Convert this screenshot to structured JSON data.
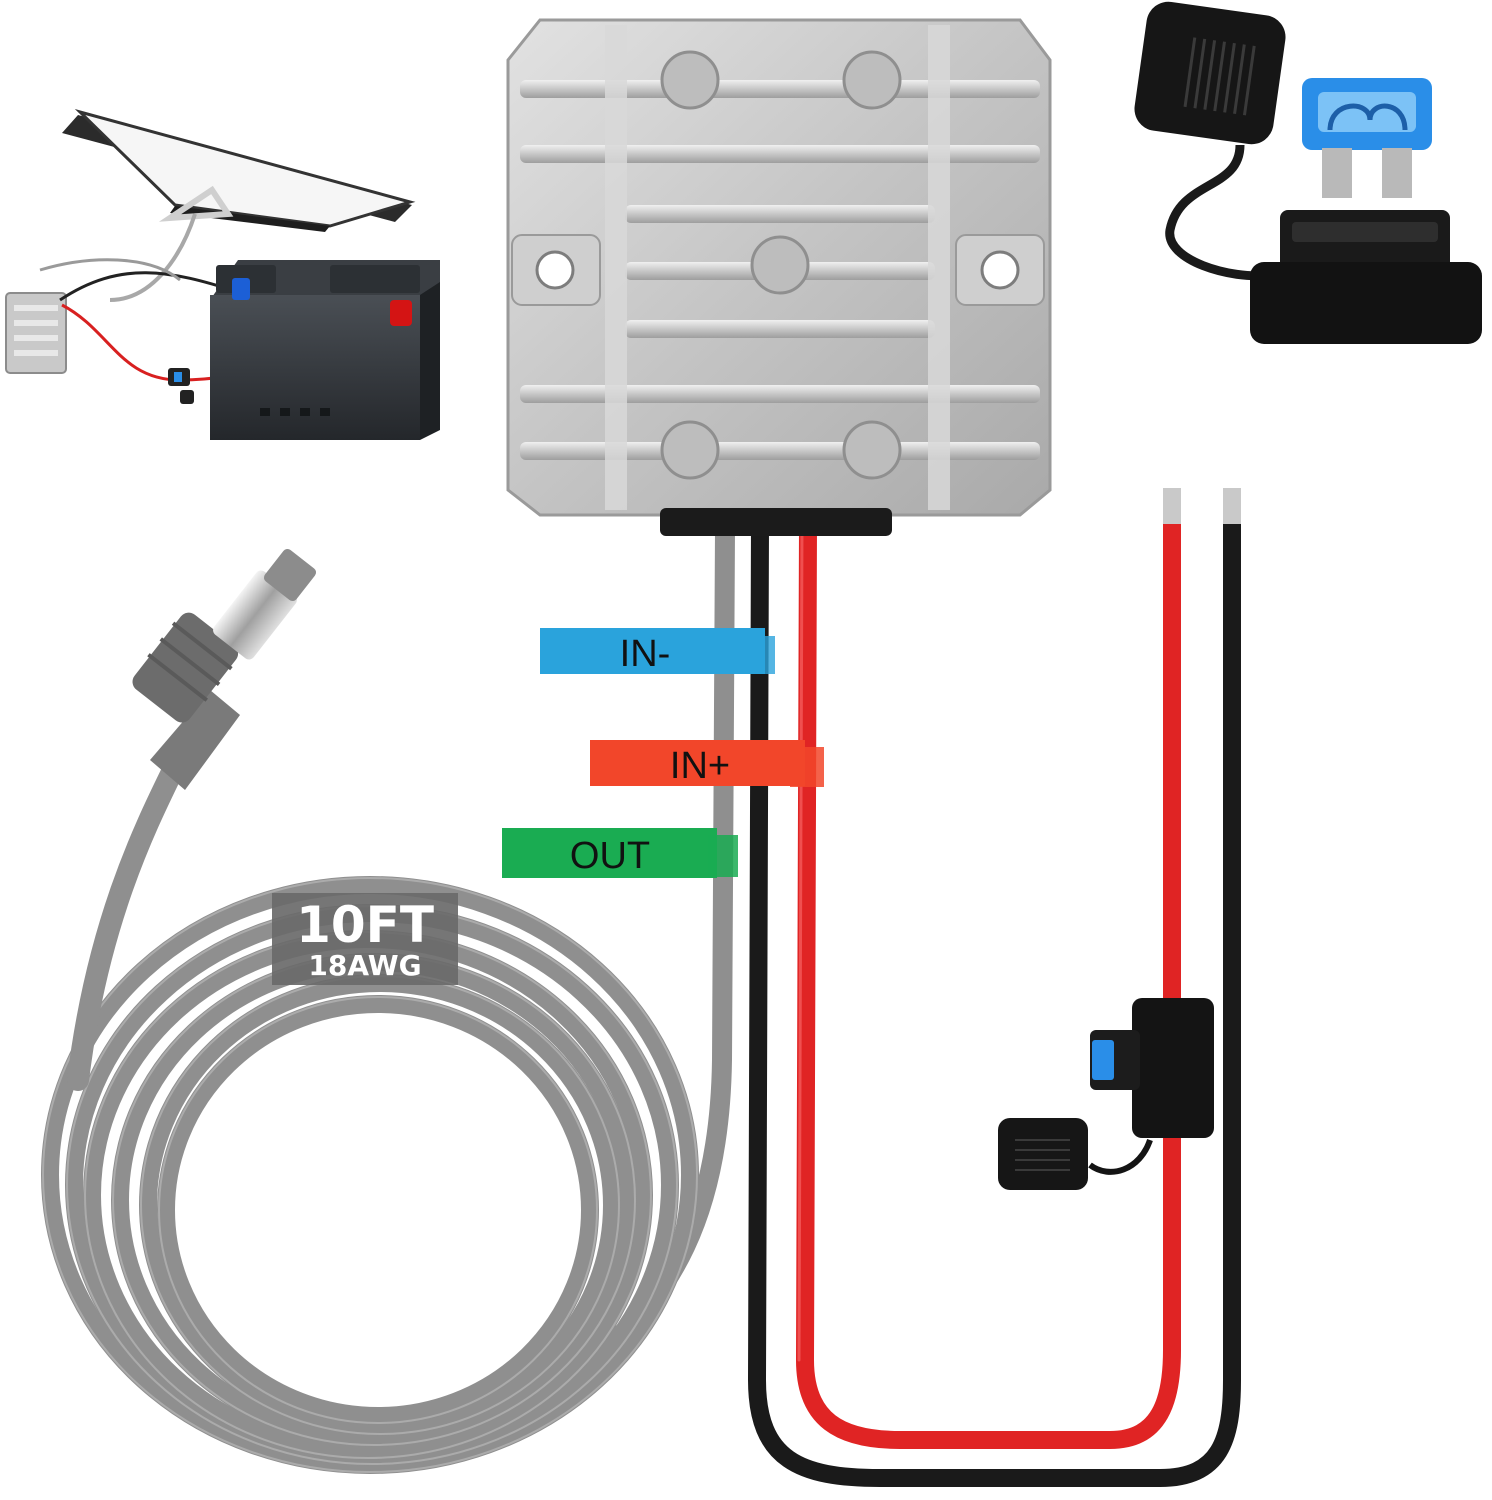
{
  "labels": {
    "in_minus": "IN-",
    "in_plus": "IN+",
    "out": "OUT"
  },
  "cable_spec": {
    "length": "10FT",
    "gauge": "18AWG"
  },
  "colors": {
    "in_minus_tag": "#2aa3dc",
    "in_plus_tag": "#f2462a",
    "out_tag": "#1aac52",
    "red_wire": "#e02424",
    "black_wire": "#1a1a1a",
    "gray_cable": "#8f8f8f",
    "housing": "#c9c9c9",
    "fuse_blue": "#2a8ee8"
  }
}
